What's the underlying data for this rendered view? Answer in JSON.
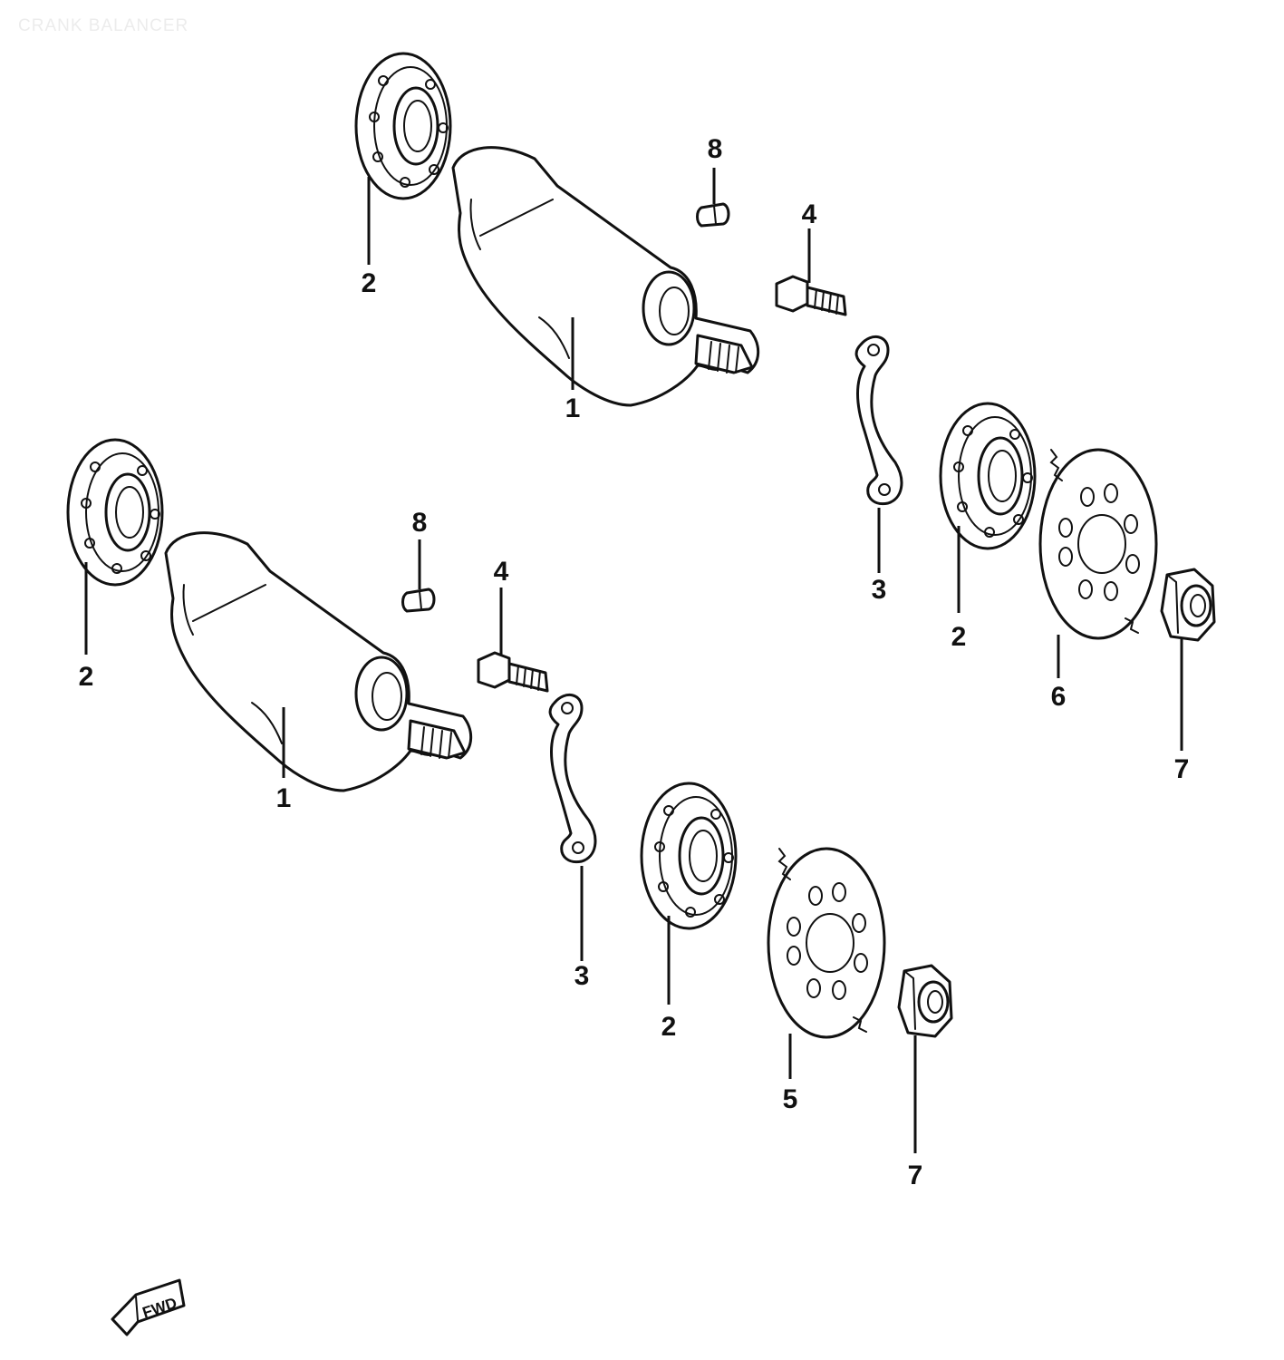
{
  "title": "CRANK BALANCER",
  "fwd_label": "FWD",
  "assembly_upper": {
    "bearing_left": "2",
    "balancer_shaft": "1",
    "key": "8",
    "bolt": "4",
    "plate": "3",
    "bearing_right": "2",
    "gear": "6",
    "nut": "7"
  },
  "assembly_lower": {
    "bearing_left": "2",
    "balancer_shaft": "1",
    "key": "8",
    "bolt": "4",
    "plate": "3",
    "bearing_right": "2",
    "gear": "5",
    "nut": "7"
  }
}
